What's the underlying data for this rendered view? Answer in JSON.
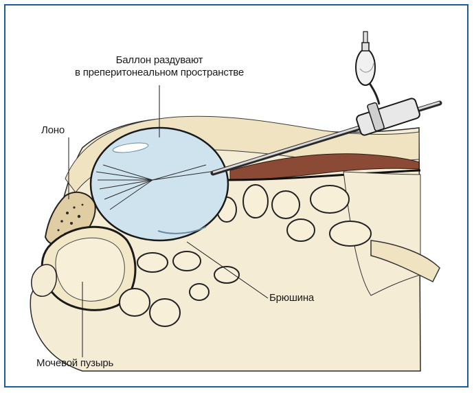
{
  "labels": {
    "balloon_line1": "Баллон раздувают",
    "balloon_line2": "в преперитонеальном пространстве",
    "pubis": "Лоно",
    "peritoneum": "Брюшина",
    "bladder": "Мочевой пузырь"
  },
  "colors": {
    "frame": "#1a5a9e",
    "balloon": "#cfe3ef",
    "skin": "#f3ead2",
    "muscle": "#8b4a35",
    "bone": "#e8d9b8"
  }
}
